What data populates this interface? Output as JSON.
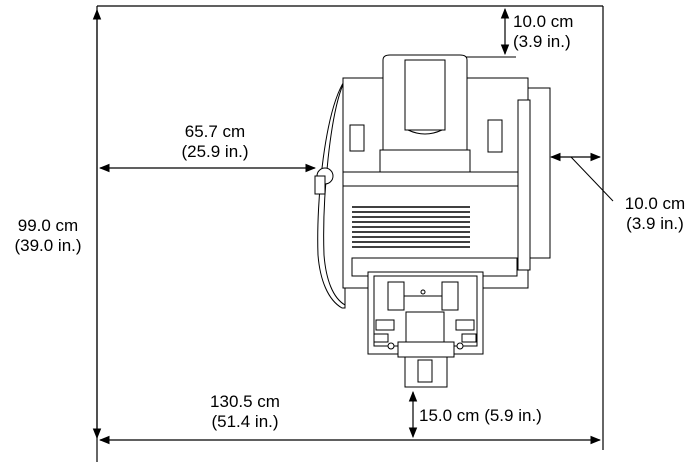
{
  "dimensions": {
    "top_clearance": {
      "metric": "10.0 cm",
      "imperial": "(3.9 in.)"
    },
    "left_clearance": {
      "metric": "65.7 cm",
      "imperial": "(25.9 in.)"
    },
    "right_clearance": {
      "metric": "10.0 cm",
      "imperial": "(3.9 in.)"
    },
    "total_depth": {
      "metric": "99.0 cm",
      "imperial": "(39.0 in.)"
    },
    "total_width": {
      "metric": "130.5 cm",
      "imperial": "(51.4 in.)"
    },
    "front_clearance": {
      "text": "15.0 cm (5.9 in.)"
    }
  }
}
